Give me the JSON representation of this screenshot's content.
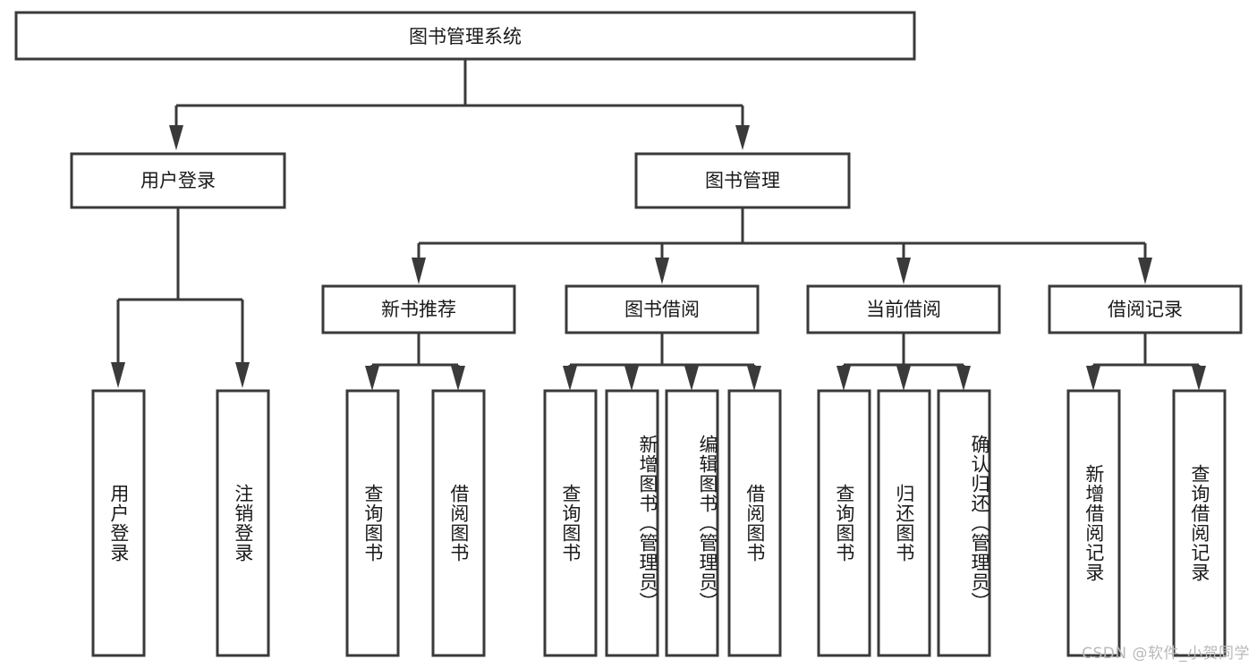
{
  "diagram": {
    "type": "tree",
    "title": "图书管理系统",
    "watermark": "CSDN @软件_小贺同学",
    "colors": {
      "stroke": "#3a3a3a",
      "fill": "#ffffff",
      "text": "#1a1a1a",
      "watermark": "#b9b9b9"
    },
    "root": {
      "label": "图书管理系统"
    },
    "level1": [
      {
        "label": "用户登录"
      },
      {
        "label": "图书管理"
      }
    ],
    "level2": [
      {
        "label": "新书推荐"
      },
      {
        "label": "图书借阅"
      },
      {
        "label": "当前借阅"
      },
      {
        "label": "借阅记录"
      }
    ],
    "leaves": {
      "user_login": [
        {
          "label": "用户登录"
        },
        {
          "label": "注销登录"
        }
      ],
      "new_book": [
        {
          "label": "查询图书"
        },
        {
          "label": "借阅图书"
        }
      ],
      "book_borrow": [
        {
          "label": "查询图书"
        },
        {
          "label": "新增图书（管理员）"
        },
        {
          "label": "编辑图书（管理员）"
        },
        {
          "label": "借阅图书"
        }
      ],
      "current_borrow": [
        {
          "label": "查询图书"
        },
        {
          "label": "归还图书"
        },
        {
          "label": "确认归还（管理员）"
        }
      ],
      "borrow_record": [
        {
          "label": "新增借阅记录"
        },
        {
          "label": "查询借阅记录"
        }
      ]
    }
  }
}
